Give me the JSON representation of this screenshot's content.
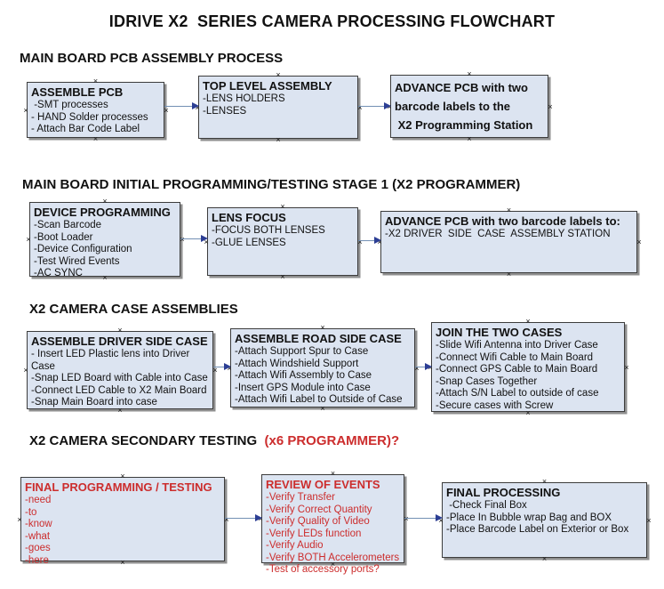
{
  "title": "IDRIVE X2  SERIES CAMERA PROCESSING FLOWCHART",
  "colors": {
    "box_fill": "#dce4f1",
    "box_border": "#3c3c3c",
    "box_shadow": "#8f8f8f",
    "red": "#cc2d2d",
    "arrow_line": "#7390b4",
    "arrow_head": "#2c3e94",
    "text": "#111111"
  },
  "sections": [
    {
      "heading": "MAIN BOARD PCB ASSEMBLY PROCESS",
      "heading_red": "",
      "boxes": [
        {
          "title": "ASSEMBLE PCB",
          "items": [
            " -SMT processes",
            "- HAND Solder processes",
            "- Attach Bar Code Label"
          ]
        },
        {
          "title": "TOP LEVEL ASSEMBLY",
          "items": [
            "-LENS HOLDERS",
            "-LENSES"
          ]
        },
        {
          "title": "ADVANCE PCB with two\nbarcode labels to the\n X2 Programming Station",
          "items": []
        }
      ]
    },
    {
      "heading": "MAIN BOARD INITIAL PROGRAMMING/TESTING STAGE 1 (X2 PROGRAMMER)",
      "heading_red": "",
      "boxes": [
        {
          "title": "DEVICE PROGRAMMING",
          "items": [
            "-Scan Barcode",
            "-Boot Loader",
            "-Device Configuration",
            "-Test Wired Events",
            "-AC SYNC"
          ]
        },
        {
          "title": "LENS FOCUS",
          "items": [
            "-FOCUS BOTH LENSES",
            "-GLUE LENSES"
          ]
        },
        {
          "title": "ADVANCE PCB with two barcode labels to:",
          "items": [
            "-X2 DRIVER  SIDE  CASE  ASSEMBLY STATION"
          ]
        }
      ]
    },
    {
      "heading": "X2 CAMERA CASE ASSEMBLIES",
      "heading_red": "",
      "boxes": [
        {
          "title": "ASSEMBLE DRIVER SIDE CASE",
          "items": [
            "- Insert LED Plastic lens into Driver Case",
            "-Snap LED Board with Cable into Case",
            "-Connect LED Cable to X2 Main Board",
            "-Snap Main Board into case"
          ]
        },
        {
          "title": "ASSEMBLE ROAD SIDE CASE",
          "items": [
            "-Attach Support Spur to Case",
            "-Attach Windshield Support",
            "-Attach Wifi Assembly to Case",
            "-Insert GPS Module into Case",
            "-Attach Wifi Label to Outside of Case"
          ]
        },
        {
          "title": "JOIN THE TWO CASES",
          "items": [
            "-Slide Wifi Antenna into Driver Case",
            "-Connect Wifi Cable to Main Board",
            "-Connect GPS Cable to Main Board",
            "-Snap Cases Together",
            "-Attach S/N Label to outside of case",
            "-Secure cases with Screw"
          ]
        }
      ]
    },
    {
      "heading": "X2 CAMERA SECONDARY TESTING  ",
      "heading_red": "(x6 PROGRAMMER)?",
      "boxes": [
        {
          "title": "FINAL PROGRAMMING / TESTING",
          "items": [
            "-need",
            "-to",
            "-know",
            "-what",
            "-goes",
            "-here"
          ]
        },
        {
          "title": "REVIEW OF EVENTS",
          "items": [
            "-Verify Transfer",
            "-Verify Correct Quantity",
            "-Verify Quality of Video",
            "-Verify LEDs function",
            "-Verify Audio",
            "-Verify BOTH Accelerometers",
            "-Test of accessory ports?"
          ]
        },
        {
          "title": "FINAL PROCESSING",
          "items": [
            " -Check Final Box",
            "-Place In Bubble wrap Bag and BOX",
            "-Place Barcode Label on Exterior or Box"
          ]
        }
      ]
    }
  ]
}
